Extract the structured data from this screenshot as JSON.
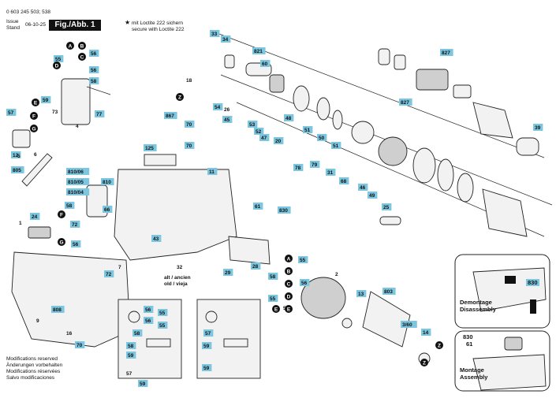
{
  "header": {
    "part_number": "0 603 245 503; 538",
    "issue_label": "Issue",
    "stand_label": "Stand",
    "issue_date": "06-10-25",
    "figure_label": "Fig./Abb. 1"
  },
  "loctite_note": {
    "symbol": "★",
    "line1": "mit Loctite 222 sichern",
    "line2": "secure with Loctite 222"
  },
  "modifications": [
    "Modifications reserved",
    "Änderungen vorbehalten",
    "Modifications réservées",
    "Salvo modificaciones"
  ],
  "alt_note": [
    "alt / ancien",
    "old / vieja"
  ],
  "inset_demontage": [
    "Demontage",
    "Disassembly"
  ],
  "inset_montage": [
    "Montage",
    "Assembly"
  ],
  "inset_labels": {
    "demontage_part": "830",
    "montage_part_a": "830",
    "montage_part_b": "61"
  },
  "labels": [
    {
      "t": "33"
    },
    {
      "t": "34"
    },
    {
      "t": "821"
    },
    {
      "t": "60"
    },
    {
      "t": "827"
    },
    {
      "t": "827"
    },
    {
      "t": "39"
    },
    {
      "t": "55"
    },
    {
      "t": "56"
    },
    {
      "t": "56"
    },
    {
      "t": "58"
    },
    {
      "t": "57"
    },
    {
      "t": "59"
    },
    {
      "t": "77"
    },
    {
      "t": "12"
    },
    {
      "t": "805"
    },
    {
      "t": "125"
    },
    {
      "t": "11"
    },
    {
      "t": "867"
    },
    {
      "t": "70"
    },
    {
      "t": "70"
    },
    {
      "t": "54"
    },
    {
      "t": "45"
    },
    {
      "t": "53"
    },
    {
      "t": "52"
    },
    {
      "t": "47"
    },
    {
      "t": "20"
    },
    {
      "t": "48"
    },
    {
      "t": "51"
    },
    {
      "t": "50"
    },
    {
      "t": "51"
    },
    {
      "t": "810/06"
    },
    {
      "t": "810/05"
    },
    {
      "t": "810/04"
    },
    {
      "t": "810"
    },
    {
      "t": "58"
    },
    {
      "t": "66"
    },
    {
      "t": "72"
    },
    {
      "t": "56"
    },
    {
      "t": "24"
    },
    {
      "t": "72"
    },
    {
      "t": "43"
    },
    {
      "t": "29"
    },
    {
      "t": "28"
    },
    {
      "t": "830"
    },
    {
      "t": "61"
    },
    {
      "t": "79"
    },
    {
      "t": "78"
    },
    {
      "t": "31"
    },
    {
      "t": "68"
    },
    {
      "t": "46"
    },
    {
      "t": "49"
    },
    {
      "t": "25"
    },
    {
      "t": "55"
    },
    {
      "t": "58"
    },
    {
      "t": "56"
    },
    {
      "t": "55"
    },
    {
      "t": "803"
    },
    {
      "t": "13"
    },
    {
      "t": "3/60"
    },
    {
      "t": "14"
    },
    {
      "t": "808"
    },
    {
      "t": "70"
    },
    {
      "t": "56"
    },
    {
      "t": "55"
    },
    {
      "t": "56"
    },
    {
      "t": "55"
    },
    {
      "t": "58"
    },
    {
      "t": "58"
    },
    {
      "t": "59"
    },
    {
      "t": "59"
    },
    {
      "t": "59"
    },
    {
      "t": "59"
    },
    {
      "t": "57"
    },
    {
      "t": "59"
    }
  ],
  "plain_numbers": [
    "6",
    "4",
    "5",
    "1",
    "18",
    "26",
    "73",
    "7",
    "32",
    "9",
    "16",
    "2",
    "57",
    "57"
  ],
  "letters": [
    "A",
    "B",
    "C",
    "D",
    "E",
    "F",
    "G",
    "Z",
    "Z",
    "F",
    "G",
    "A",
    "B",
    "C",
    "D",
    "E",
    "E",
    "Z"
  ]
}
